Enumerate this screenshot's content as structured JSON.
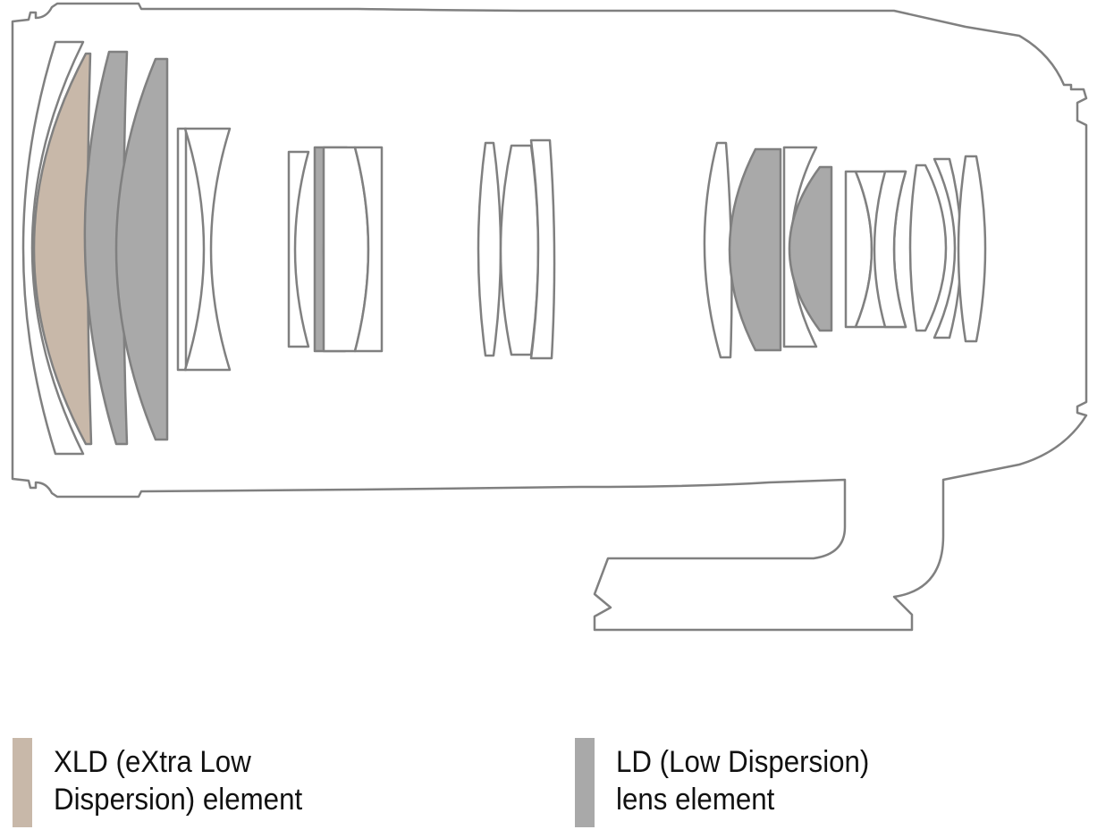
{
  "legend": [
    {
      "line1": "XLD (eXtra Low",
      "line2": "Dispersion) element",
      "color": "#c8b8a9"
    },
    {
      "line1": "LD (Low Dispersion)",
      "line2": "lens element",
      "color": "#a9a9a9"
    }
  ],
  "colors": {
    "outline": "#808080",
    "xld": "#c8b8a9",
    "ld": "#a9a9a9",
    "plain": "#ffffff"
  }
}
